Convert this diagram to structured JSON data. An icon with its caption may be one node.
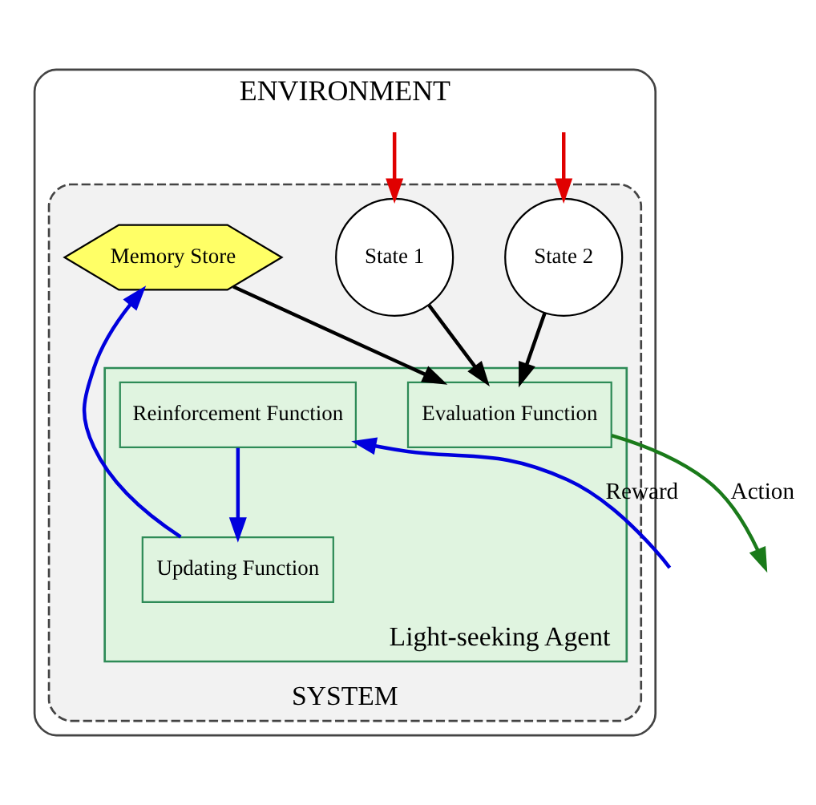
{
  "diagram": {
    "nodes": [
      {
        "text": [
          "ENVIRONMENT"
        ]
      },
      {
        "text": [
          "SYSTEM"
        ],
        "in": 0
      },
      {
        "text": [
          "Light-seeking Agent"
        ],
        "in": 1
      },
      {
        "text": [
          "State 2"
        ],
        "in": 1
      },
      {
        "text": [
          "State 1"
        ],
        "in": 1
      },
      {
        "text": [
          "Evaluation Function"
        ],
        "in": 2
      },
      {
        "text": [
          "Updating Function"
        ],
        "in": 2
      },
      {
        "text": [
          "Reinforcement Function"
        ],
        "in": 2
      },
      {
        "text": [
          "Memory Store"
        ],
        "in": 1
      }
    ],
    "edges": [
      {
        "from": null,
        "to": 3,
        "arrow": "to",
        "color": "#e00000"
      },
      {
        "from": null,
        "to": 4,
        "arrow": "to",
        "color": "#e00000"
      },
      {
        "from": 3,
        "to": 5,
        "arrow": "to"
      },
      {
        "from": 4,
        "to": 5,
        "arrow": "to"
      },
      {
        "from": 8,
        "to": 5,
        "arrow": "to"
      },
      {
        "from": 5,
        "to": null,
        "arrow": "to",
        "label": "Action",
        "color": "#1a7a1a"
      },
      {
        "from": null,
        "to": 7,
        "arrow": "to",
        "label": "Reward",
        "color": "#0000dd"
      },
      {
        "from": 7,
        "to": 6,
        "arrow": "to",
        "color": "#0000dd"
      },
      {
        "from": 6,
        "to": 8,
        "arrow": "to",
        "color": "#0000dd"
      }
    ]
  }
}
